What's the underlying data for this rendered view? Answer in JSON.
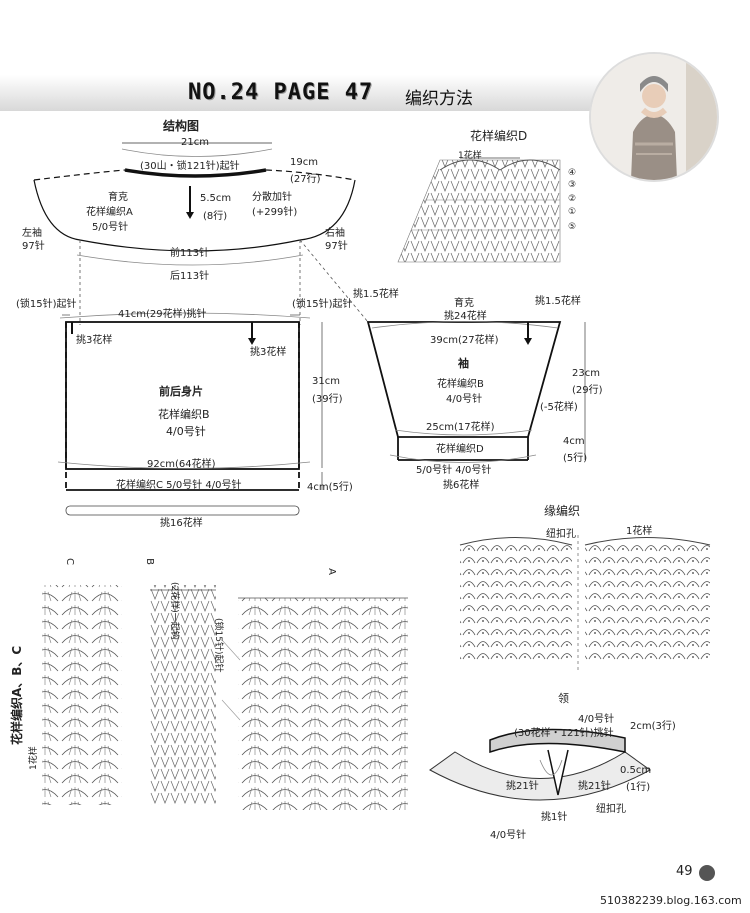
{
  "header": {
    "title": "NO.24 PAGE 47",
    "subtitle": "编织方法"
  },
  "photo": {
    "icon": "model-portrait-icon"
  },
  "structure": {
    "heading": "结构图",
    "top_width": "21cm",
    "neck_start": "(30山・锁121针)起针",
    "side_height": "19cm",
    "side_rows": "(27行)",
    "yoke_label": "育克",
    "yoke_pattern": "花样编织A",
    "yoke_hook": "5/0号针",
    "center_height": "5.5cm",
    "center_rows": "(8行)",
    "increase_label": "分散加针",
    "increase_value": "(+299针)",
    "left_sleeve": "左袖",
    "left_sleeve_st": "97针",
    "right_sleeve": "右袖",
    "right_sleeve_st": "97针",
    "front": "前113针",
    "back": "后113针"
  },
  "body": {
    "cast_left": "(锁15针)起针",
    "cast_right": "(锁15针)起针",
    "top_width": "41cm(29花样)挑针",
    "pick_left": "挑3花样",
    "pick_right": "挑3花样",
    "label": "前后身片",
    "pattern": "花样编织B",
    "hook": "4/0号针",
    "height": "31cm",
    "height_rows": "(39行)",
    "bottom_width": "92cm(64花样)",
    "hem": "花样编织C 5/0号针  4/0号针",
    "hem_height": "4cm(5行)",
    "hem_pick": "挑16花样"
  },
  "patternD": {
    "title": "花样编织D",
    "repeat": "1花样",
    "rows": [
      "④",
      "③",
      "②",
      "①",
      "⑤"
    ]
  },
  "sleeve": {
    "pick_left": "挑1.5花样",
    "pick_right": "挑1.5花样",
    "yoke": "育克",
    "yoke_pick": "挑24花样",
    "top_width": "39cm(27花样)",
    "label": "袖",
    "pattern": "花样编织B",
    "hook": "4/0号针",
    "height": "23cm",
    "height_rows": "(29行)",
    "decrease": "(-5花样)",
    "bottom_width": "25cm(17花样)",
    "cuff_pattern": "花样编织D",
    "cuff_hooks": "5/0号针  4/0号针",
    "cuff_pick": "挑6花样",
    "cuff_height": "4cm",
    "cuff_rows": "(5行)"
  },
  "patternABC": {
    "title": "花样编织A、B、C",
    "label_a": "A",
    "label_b": "B",
    "label_c": "C",
    "repeat": "1花样",
    "b_note": "(2花样)一起钩",
    "a_note": "(锁15针)起针"
  },
  "edging": {
    "title": "缘编织",
    "buttonhole": "纽扣孔",
    "repeat": "1花样"
  },
  "collar": {
    "title": "领",
    "hook_top": "4/0号针",
    "pick": "(30花样・121针)挑针",
    "height": "2cm(3行)",
    "pick_left": "挑21针",
    "pick_right": "挑21针",
    "gap": "0.5cm",
    "gap_rows": "(1行)",
    "pick_center": "挑1针",
    "buttonhole": "纽扣孔",
    "hook_bottom": "4/0号针"
  },
  "footer": {
    "page_number": "49",
    "watermark": "510382239.blog.163.com"
  }
}
